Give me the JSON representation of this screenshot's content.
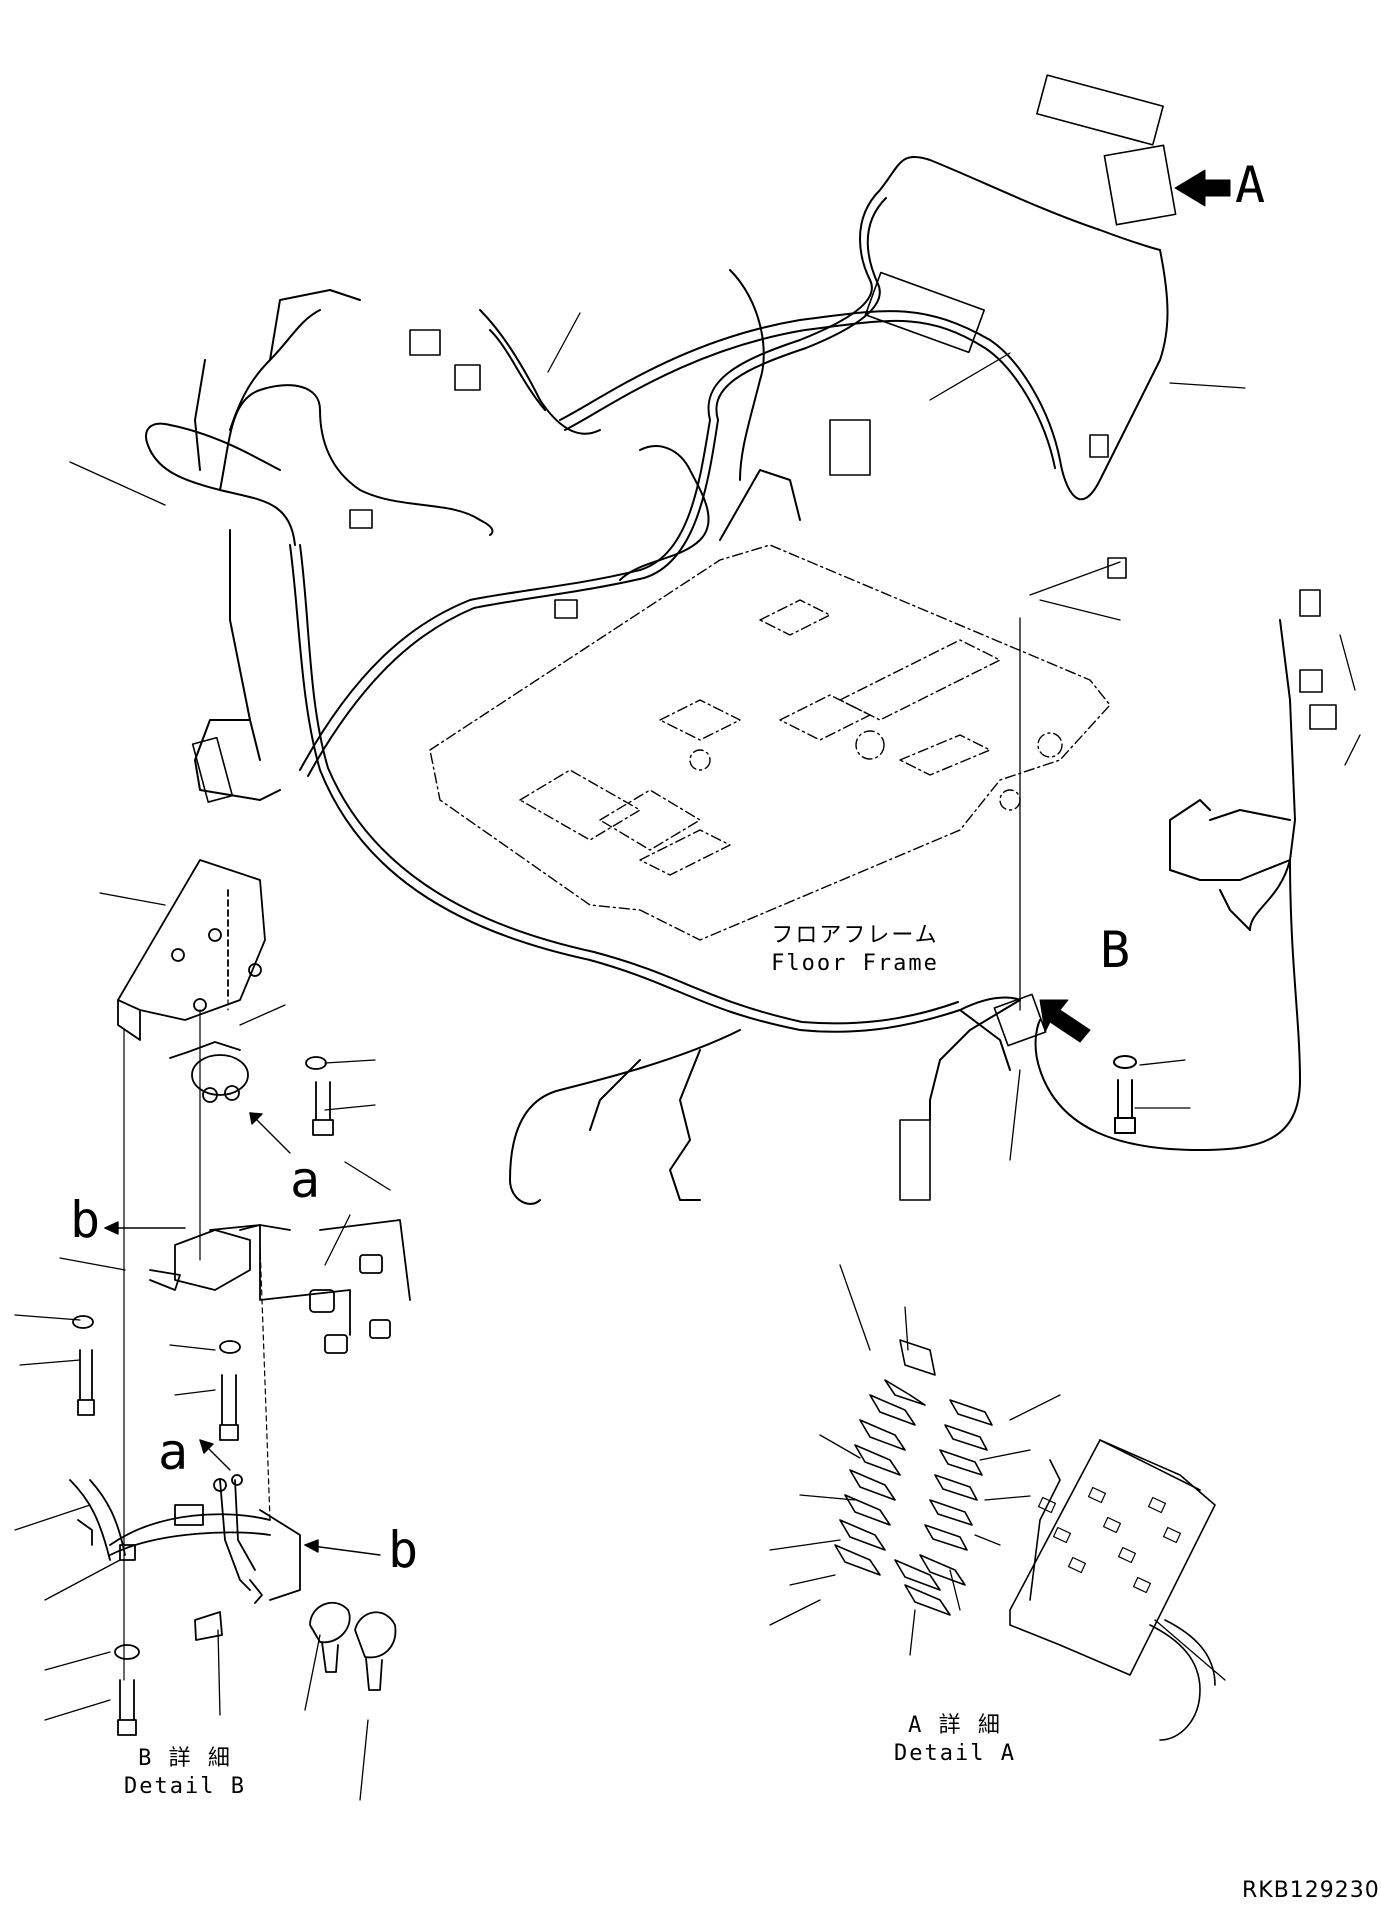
{
  "labels": {
    "A": "A",
    "B": "B",
    "a_upper": "a",
    "b_left": "b",
    "a_lower": "a",
    "b_lower": "b"
  },
  "floor_frame": {
    "ja": "フロアフレーム",
    "en": "Floor Frame"
  },
  "detail_a": {
    "ja": "A 詳 細",
    "en": "Detail A"
  },
  "detail_b": {
    "ja": "B 詳 細",
    "en": "Detail B"
  },
  "drawing_code": "RKB129230",
  "colors": {
    "line": "#000000",
    "background": "#ffffff"
  }
}
